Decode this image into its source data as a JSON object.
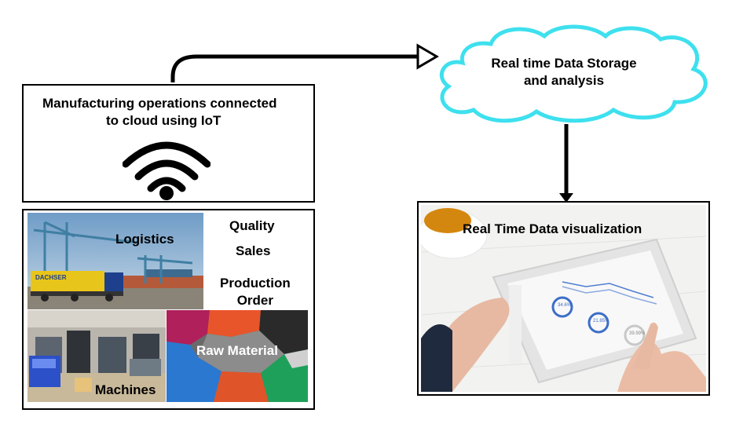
{
  "iot_box": {
    "title_line1": "Manufacturing operations connected",
    "title_line2": "to cloud using IoT",
    "icon": "wifi-icon"
  },
  "cloud": {
    "line1": "Real time Data Storage",
    "line2": "and analysis",
    "color": "#3ee0ee"
  },
  "operations": {
    "logistics": "Logistics",
    "quality": "Quality",
    "sales": "Sales",
    "production_line1": "Production",
    "production_line2": "Order",
    "machines": "Machines",
    "raw_material": "Raw Material"
  },
  "visualization": {
    "title": "Real Time Data visualization",
    "stat1": "34.6%",
    "stat2": "21.85%",
    "stat3": "39.99%"
  },
  "truck_text": "DACHSER"
}
